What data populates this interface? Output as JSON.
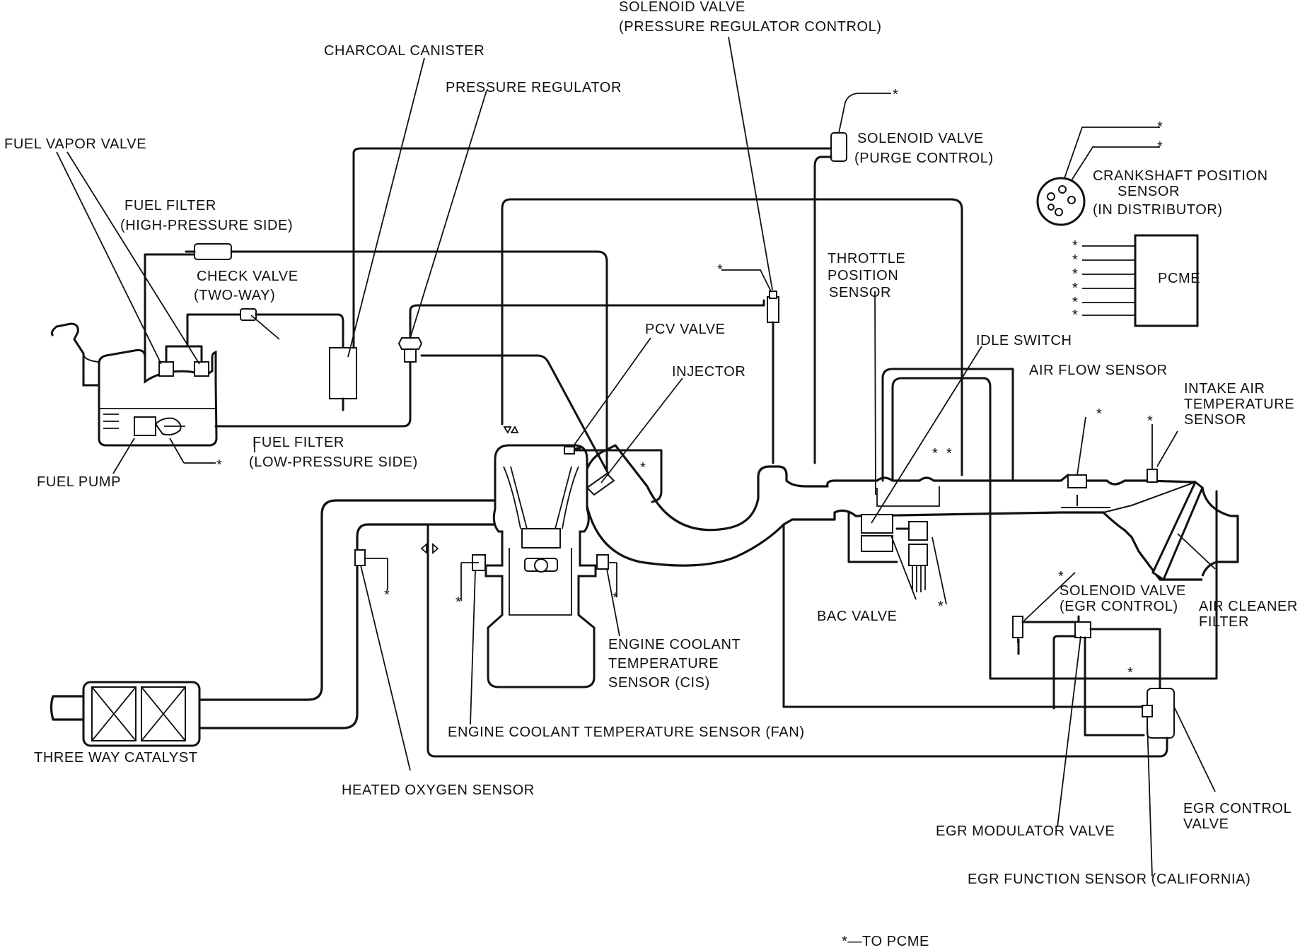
{
  "diagram": {
    "labels": {
      "solenoid_prc_1": "SOLENOID VALVE",
      "solenoid_prc_2": "(PRESSURE REGULATOR CONTROL)",
      "charcoal_canister": "CHARCOAL CANISTER",
      "pressure_regulator": "PRESSURE REGULATOR",
      "fuel_vapor_valve": "FUEL VAPOR VALVE",
      "fuel_filter_hp_1": "FUEL FILTER",
      "fuel_filter_hp_2": "(HIGH-PRESSURE SIDE)",
      "check_valve_1": "CHECK VALVE",
      "check_valve_2": "(TWO-WAY)",
      "solenoid_purge_1": "SOLENOID VALVE",
      "solenoid_purge_2": "(PURGE CONTROL)",
      "crankshaft_1": "CRANKSHAFT POSITION",
      "crankshaft_2": "SENSOR",
      "crankshaft_3": "(IN DISTRIBUTOR)",
      "pcme": "PCME",
      "throttle_1": "THROTTLE",
      "throttle_2": "POSITION",
      "throttle_3": "SENSOR",
      "pcv_valve": "PCV VALVE",
      "injector": "INJECTOR",
      "idle_switch": "IDLE SWITCH",
      "air_flow_sensor": "AIR FLOW SENSOR",
      "intake_air_1": "INTAKE AIR",
      "intake_air_2": "TEMPERATURE",
      "intake_air_3": "SENSOR",
      "fuel_filter_lp_1": "FUEL FILTER",
      "fuel_filter_lp_2": "(LOW-PRESSURE SIDE)",
      "fuel_pump": "FUEL PUMP",
      "bac_valve": "BAC VALVE",
      "solenoid_egr_1": "SOLENOID VALVE",
      "solenoid_egr_2": "(EGR CONTROL)",
      "air_cleaner_1": "AIR CLEANER",
      "air_cleaner_2": "FILTER",
      "ect_cis_1": "ENGINE COOLANT",
      "ect_cis_2": "TEMPERATURE",
      "ect_cis_3": "SENSOR (CIS)",
      "ect_fan": "ENGINE COOLANT TEMPERATURE SENSOR (FAN)",
      "three_way_catalyst": "THREE WAY CATALYST",
      "heated_o2": "HEATED OXYGEN SENSOR",
      "egr_control_1": "EGR CONTROL",
      "egr_control_2": "VALVE",
      "egr_modulator": "EGR MODULATOR VALVE",
      "egr_function": "EGR FUNCTION SENSOR (CALIFORNIA)",
      "footnote": "*—TO PCME",
      "to_pcme_mark": "*"
    }
  }
}
